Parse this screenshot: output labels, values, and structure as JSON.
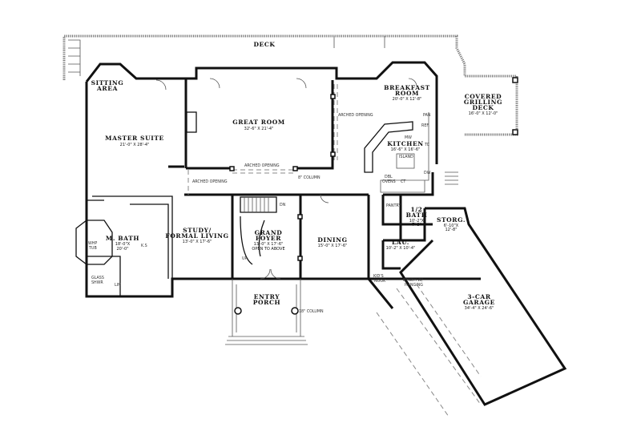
{
  "plan": {
    "rooms": [
      {
        "name": "DECK",
        "dims": ""
      },
      {
        "name": "SITTING",
        "name2": "AREA",
        "dims": ""
      },
      {
        "name": "MASTER SUITE",
        "dims": "21'-0\" X 28'-4\""
      },
      {
        "name": "GREAT ROOM",
        "dims": "32'-6\" X 21'-4\""
      },
      {
        "name": "BREAKFAST",
        "name2": "ROOM",
        "dims": "20'-0\" X 12'-8\""
      },
      {
        "name": "COVERED",
        "name2": "GRILLING",
        "name3": "DECK",
        "dims": "16'-0\" X 12'-0\""
      },
      {
        "name": "KITCHEN",
        "dims": "16'-6\" X 16'-6\""
      },
      {
        "name": "M. BATH",
        "dims": "18'-0\"X",
        "dims2": "20'-0\""
      },
      {
        "name": "STUDY/",
        "name2": "FORMAL LIVING",
        "dims": "13'-0\" X 17'-6\""
      },
      {
        "name": "GRAND",
        "name2": "FOYER",
        "dims": "13'-0\" X 17'-6\"",
        "note": "OPEN TO ABOVE"
      },
      {
        "name": "DINING",
        "dims": "15'-0\" X 17'-6\""
      },
      {
        "name": "1/2",
        "name2": "BATH",
        "dims": "10'-2\"X",
        "dims2": "7'-9\""
      },
      {
        "name": "STORG.",
        "dims": "6'-10\"X",
        "dims2": "12'-8\""
      },
      {
        "name": "LAU.",
        "dims": "10'-2\" X 10'-4\""
      },
      {
        "name": "3-CAR",
        "name2": "GARAGE",
        "dims": "34'-4\" X 24'-6\""
      },
      {
        "name": "ENTRY",
        "name2": "PORCH",
        "dims": ""
      }
    ],
    "notes": {
      "arched_opening": "ARCHED OPENING",
      "column_8": "8\" COLUMN",
      "column_18": "18\" COLUMN",
      "pan": "PAN",
      "ref": "REF.",
      "tc": "TC",
      "dw": "DW",
      "mw": "MW",
      "island": "ISLAND",
      "dbl_ovens": "DBL",
      "dbl_ovens2": "OVENS",
      "ct": "CT",
      "pantry": "PANTRY",
      "whp_tub": "WHP",
      "whp_tub2": "TUB",
      "glass_shwr": "GLASS",
      "glass_shwr2": "SHWR",
      "lin": "LIN",
      "ks": "K.S",
      "kids_nook": "KID'S",
      "kids_nook2": "NOOK",
      "bench": "BENCH W/",
      "bench2": "HANGING",
      "up": "UP",
      "dn": "DN"
    }
  }
}
